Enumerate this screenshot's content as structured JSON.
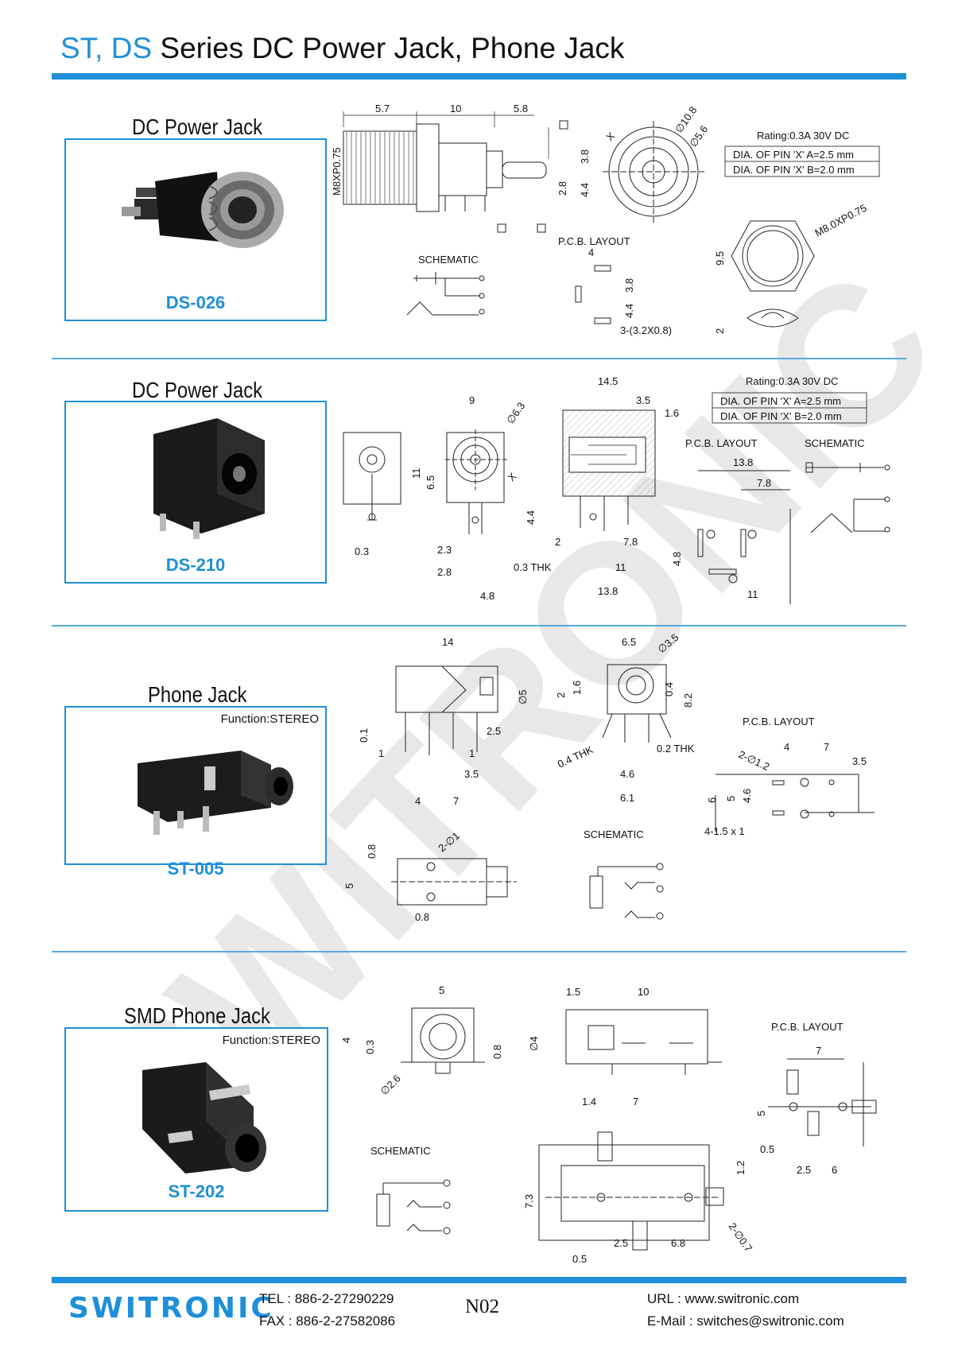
{
  "header": {
    "title_highlight": "ST, DS",
    "title_rest": " Series DC Power Jack, Phone Jack"
  },
  "watermark": "SWITRONIC",
  "sections": [
    {
      "title": "DC Power Jack",
      "model": "DS-026",
      "function": ""
    },
    {
      "title": "DC Power Jack",
      "model": "DS-210",
      "function": ""
    },
    {
      "title": "Phone Jack",
      "model": "ST-005",
      "function": "Function:STEREO"
    },
    {
      "title": "SMD Phone Jack",
      "model": "ST-202",
      "function": "Function:STEREO"
    }
  ],
  "labels": {
    "rating": "Rating:0.3A 30V DC",
    "dia_a": "DIA. OF PIN 'X' A=2.5 mm",
    "dia_b": "DIA. OF PIN 'X' B=2.0 mm",
    "schematic": "SCHEMATIC",
    "pcb_layout": "P.C.B. LAYOUT"
  },
  "dims": {
    "ds026": [
      "5.7",
      "10",
      "5.8",
      "M8XP0.75",
      "3.8",
      "2.8",
      "4.4",
      "∅10.8",
      "∅5.6",
      "M8.0XP0.75",
      "9.5",
      "2",
      "4",
      "3.8",
      "4.4",
      "3-(3.2X0.8)",
      "X"
    ],
    "ds210": [
      "14.5",
      "3.5",
      "1.6",
      "9",
      "∅6.3",
      "11",
      "6.5",
      "4.4",
      "0.3",
      "2.3",
      "2.8",
      "4.8",
      "2",
      "7.8",
      "0.3 THK",
      "11",
      "13.8",
      "13.8",
      "7.8",
      "4.8",
      "11",
      "X"
    ],
    "st005": [
      "14",
      "∅5",
      "0.1",
      "1",
      "1",
      "2.5",
      "3.5",
      "4",
      "7",
      "6.5",
      "∅3.5",
      "2",
      "1.6",
      "0.4",
      "8.2",
      "0.4 THK",
      "0.2 THK",
      "4.6",
      "6.1",
      "2-∅1.2",
      "4",
      "7",
      "3.5",
      "6",
      "5",
      "4.6",
      "4-1.5 x 1",
      "0.8",
      "2-∅1",
      "5",
      "0.8"
    ],
    "st202": [
      "5",
      "4",
      "0.3",
      "0.8",
      "∅2.6",
      "1.5",
      "10",
      "∅4",
      "1.4",
      "7",
      "7.3",
      "1.2",
      "2-∅0.7",
      "0.5",
      "2.5",
      "6.8",
      "7",
      "5",
      "0.5",
      "2.5",
      "6"
    ]
  },
  "footer": {
    "brand": "SWITRONIC",
    "tel": "TEL : 886-2-27290229",
    "fax": "FAX : 886-2-27582086",
    "page": "N02",
    "url": "URL   : www.switronic.com",
    "email": "E-Mail : switches@switronic.com"
  },
  "colors": {
    "accent": "#1e8fd8",
    "watermark": "#e8e8e8"
  }
}
